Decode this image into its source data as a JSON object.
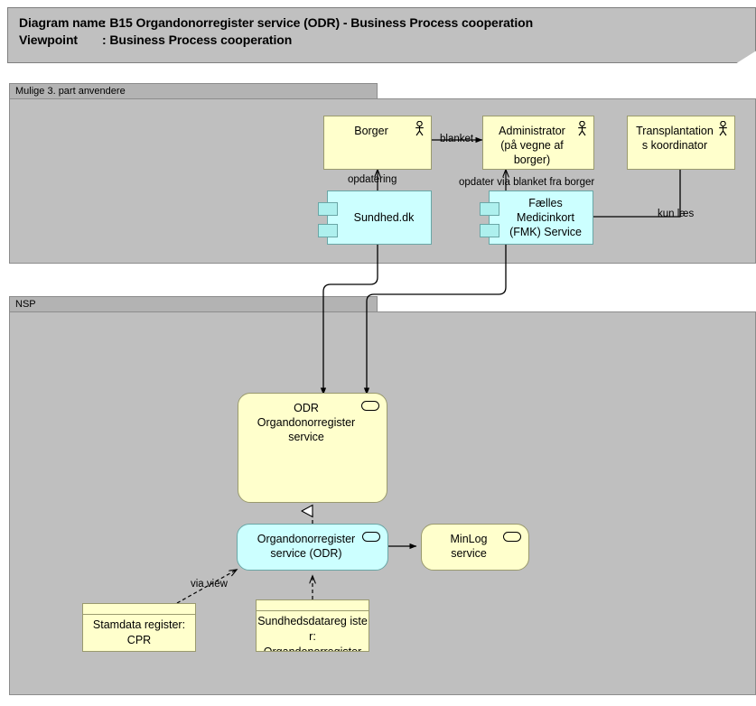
{
  "title": {
    "diagram_label": "Diagram name",
    "diagram_sep": ": B15 Organdonorregister service (ODR) - Business Process cooperation",
    "viewpoint_label": "Viewpoint",
    "viewpoint_sep": ": Business Process cooperation"
  },
  "groups": {
    "third_party": {
      "label": "Mulige 3. part anvendere"
    },
    "nsp": {
      "label": "NSP"
    }
  },
  "nodes": {
    "borger": {
      "label": "Borger",
      "icon": "actor-stickman-icon",
      "type": "business-actor"
    },
    "administrator": {
      "label": "Administrator\n(på vegne af\nborger)",
      "icon": "actor-stickman-icon",
      "type": "business-actor"
    },
    "transplantation_koordinator": {
      "label": "Transplantation\ns koordinator",
      "icon": "actor-stickman-icon",
      "type": "business-actor"
    },
    "sundhed_dk": {
      "label": "Sundhed.dk",
      "icon": "component-icon",
      "type": "application-component"
    },
    "fmk_service": {
      "label": "Fælles\nMedicinkort\n(FMK) Service",
      "icon": "component-icon",
      "type": "application-component"
    },
    "odr_service": {
      "label": "ODR\nOrgandonorregister\nservice",
      "icon": "service-badge-icon",
      "type": "business-service"
    },
    "odr_app_service": {
      "label": "Organdonorregister\nservice (ODR)",
      "icon": "service-badge-icon",
      "type": "application-service"
    },
    "minlog_service": {
      "label": "MinLog\nservice",
      "icon": "service-badge-icon",
      "type": "application-service"
    },
    "stamdata_cpr": {
      "label": "Stamdata register:\nCPR",
      "type": "data-object"
    },
    "sundhedsdataregister": {
      "label": "Sundhedsdatareg iste\nr:\nOrgandonorregister",
      "type": "data-object"
    }
  },
  "edge_labels": {
    "blanket": "blanket",
    "opdatering": "opdatering",
    "opdater_via_blanket": "opdater via blanket fra borger",
    "kun_laes": "kun læs",
    "via_view": "via view"
  },
  "colors": {
    "actor_fill": "#ffffcc",
    "component_fill": "#ccffff",
    "group_fill": "#bfbfbf",
    "group_header_fill": "#b3b3b3",
    "title_fill": "#c0c0c0",
    "line": "#000000"
  }
}
